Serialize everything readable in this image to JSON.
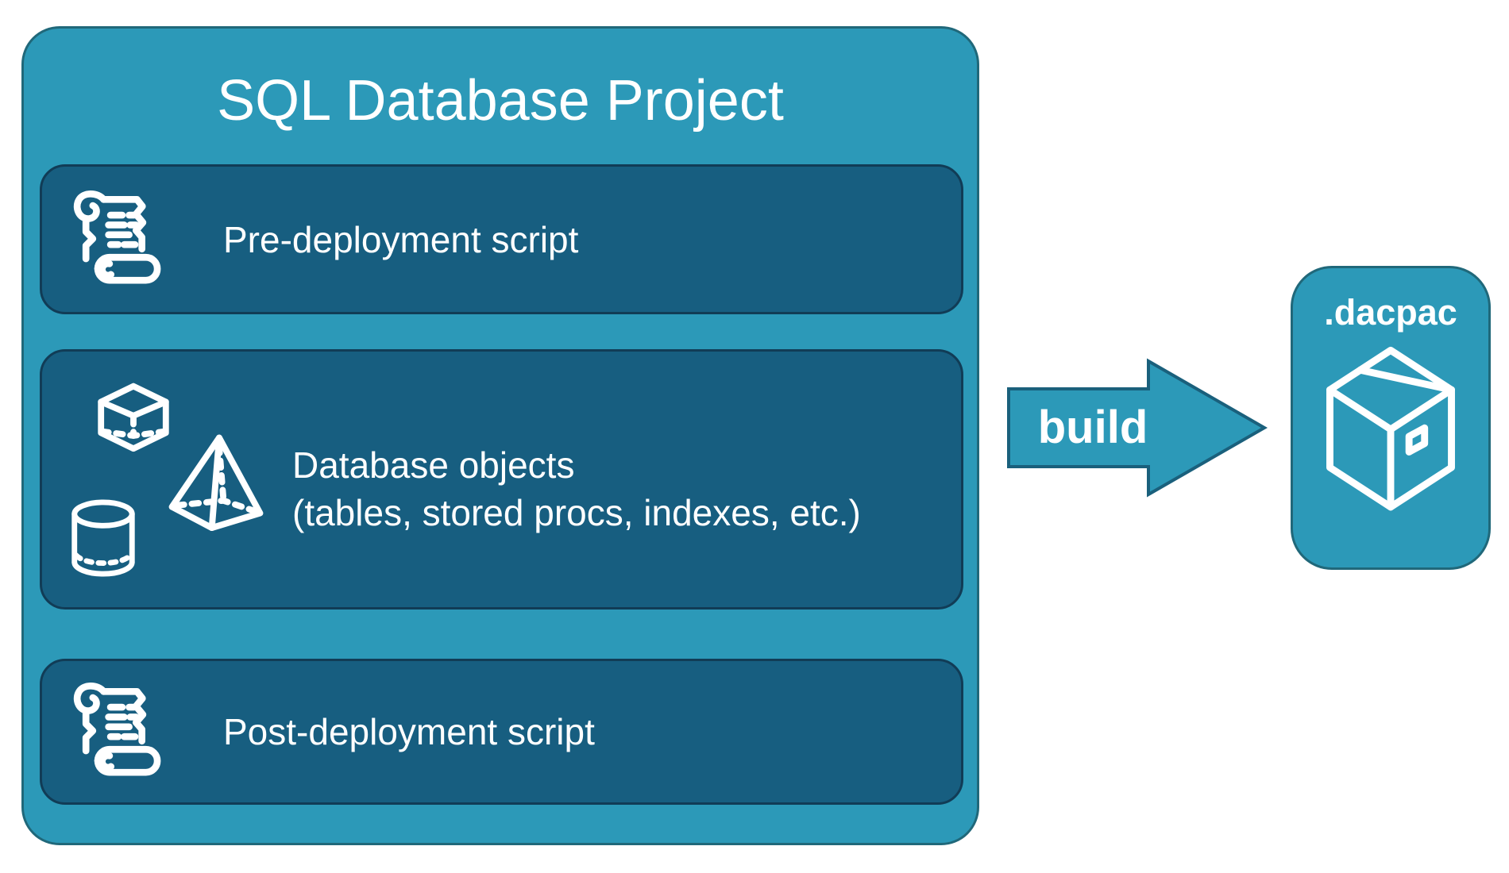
{
  "project": {
    "title": "SQL Database Project",
    "rows": [
      {
        "id": "pre-deployment",
        "icon": "scroll-icon",
        "label": "Pre-deployment script"
      },
      {
        "id": "database-objects",
        "icons": [
          "cube-icon",
          "pyramid-icon",
          "cylinder-icon"
        ],
        "label_line1": "Database objects",
        "label_line2": "(tables, stored procs, indexes, etc.)"
      },
      {
        "id": "post-deployment",
        "icon": "scroll-icon",
        "label": "Post-deployment script"
      }
    ]
  },
  "build_arrow": {
    "label": "build",
    "direction": "right"
  },
  "artifact": {
    "label": ".dacpac",
    "icon": "package-icon"
  },
  "colors": {
    "container_fill": "#2C99B8",
    "container_border": "#20687A",
    "item_fill": "#175E80",
    "item_border": "#113C56",
    "arrow_fill": "#2C99B8",
    "arrow_border": "#1A607C",
    "text": "#FFFFFF",
    "background": "#FFFFFF"
  }
}
